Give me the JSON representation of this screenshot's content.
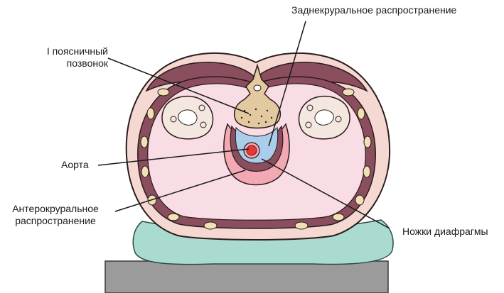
{
  "labels": {
    "retrocrural": "Заднекруральное распространение",
    "vertebra_line1": "I поясничный",
    "vertebra_line2": "позвонок",
    "aorta": "Аорта",
    "antecrural_line1": "Антерокруральное",
    "antecrural_line2": "распространение",
    "crura": "Ножки диафрагмы"
  },
  "colors": {
    "skin_outline": "#2b1b1b",
    "subcutaneous": "#f3d7d0",
    "muscle": "#8a4e5e",
    "abdominal_cavity": "#f8dce3",
    "bone": "#e3c9a0",
    "retrocrural_space": "#a9cdea",
    "antecrural_space": "#f3a9b4",
    "aorta": "#e03a3a",
    "kidney": "#f2e6df",
    "cushion": "#a8dad0",
    "table": "#9a9a9a",
    "leader_line": "#1a1a1a"
  }
}
